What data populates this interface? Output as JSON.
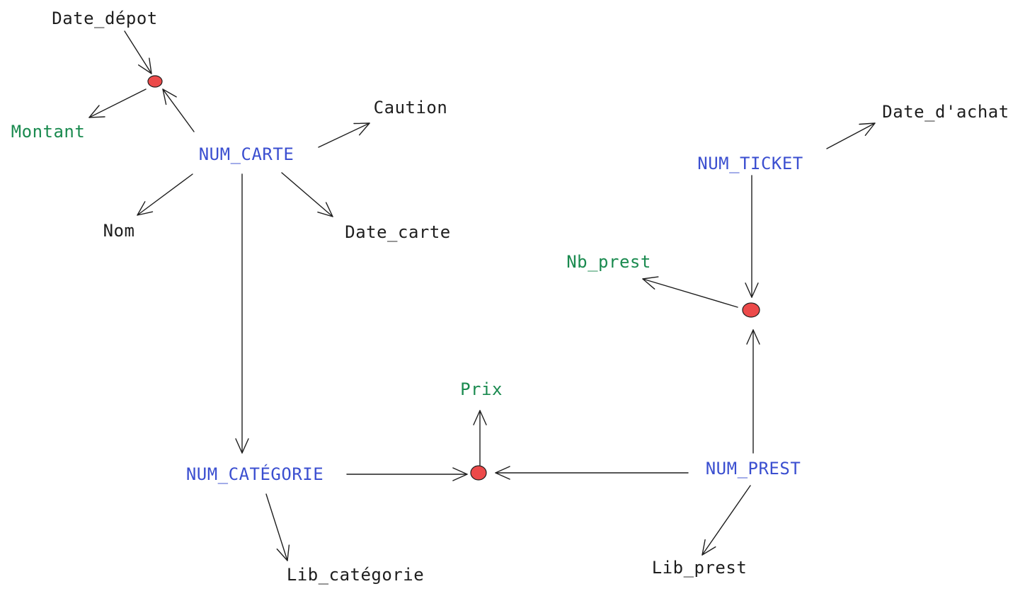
{
  "diagram": {
    "nodes": [
      {
        "id": "date_depot",
        "label": "Date_dépot",
        "kind": "attribute"
      },
      {
        "id": "montant",
        "label": "Montant",
        "kind": "attribute-dependent"
      },
      {
        "id": "num_carte",
        "label": "NUM_CARTE",
        "kind": "key"
      },
      {
        "id": "caution",
        "label": "Caution",
        "kind": "attribute"
      },
      {
        "id": "nom",
        "label": "Nom",
        "kind": "attribute"
      },
      {
        "id": "date_carte",
        "label": "Date_carte",
        "kind": "attribute"
      },
      {
        "id": "num_categorie",
        "label": "NUM_CATÉGORIE",
        "kind": "key"
      },
      {
        "id": "lib_categorie",
        "label": "Lib_catégorie",
        "kind": "attribute"
      },
      {
        "id": "prix",
        "label": "Prix",
        "kind": "attribute-dependent"
      },
      {
        "id": "num_prest",
        "label": "NUM_PREST",
        "kind": "key"
      },
      {
        "id": "lib_prest",
        "label": "Lib_prest",
        "kind": "attribute"
      },
      {
        "id": "nb_prest",
        "label": "Nb_prest",
        "kind": "attribute-dependent"
      },
      {
        "id": "num_ticket",
        "label": "NUM_TICKET",
        "kind": "key"
      },
      {
        "id": "date_achat",
        "label": "Date_d'achat",
        "kind": "attribute"
      }
    ],
    "junctions": [
      {
        "id": "junction_depot"
      },
      {
        "id": "junction_prix"
      },
      {
        "id": "junction_nbprest"
      }
    ],
    "edges": [
      {
        "from": "date_depot",
        "to": "junction_depot"
      },
      {
        "from": "num_carte",
        "to": "junction_depot"
      },
      {
        "from": "junction_depot",
        "to": "montant"
      },
      {
        "from": "num_carte",
        "to": "caution"
      },
      {
        "from": "num_carte",
        "to": "nom"
      },
      {
        "from": "num_carte",
        "to": "date_carte"
      },
      {
        "from": "num_carte",
        "to": "num_categorie"
      },
      {
        "from": "num_categorie",
        "to": "lib_categorie"
      },
      {
        "from": "num_categorie",
        "to": "junction_prix"
      },
      {
        "from": "num_prest",
        "to": "junction_prix"
      },
      {
        "from": "junction_prix",
        "to": "prix"
      },
      {
        "from": "num_prest",
        "to": "lib_prest"
      },
      {
        "from": "num_prest",
        "to": "junction_nbprest"
      },
      {
        "from": "num_ticket",
        "to": "junction_nbprest"
      },
      {
        "from": "junction_nbprest",
        "to": "nb_prest"
      },
      {
        "from": "num_ticket",
        "to": "date_achat"
      }
    ],
    "colors": {
      "key_text": "#3b4fd0",
      "dependent_text": "#1a8a4f",
      "attribute_text": "#1e1e1e",
      "junction_fill": "#ec4a4a",
      "edge": "#1e1e1e"
    }
  }
}
